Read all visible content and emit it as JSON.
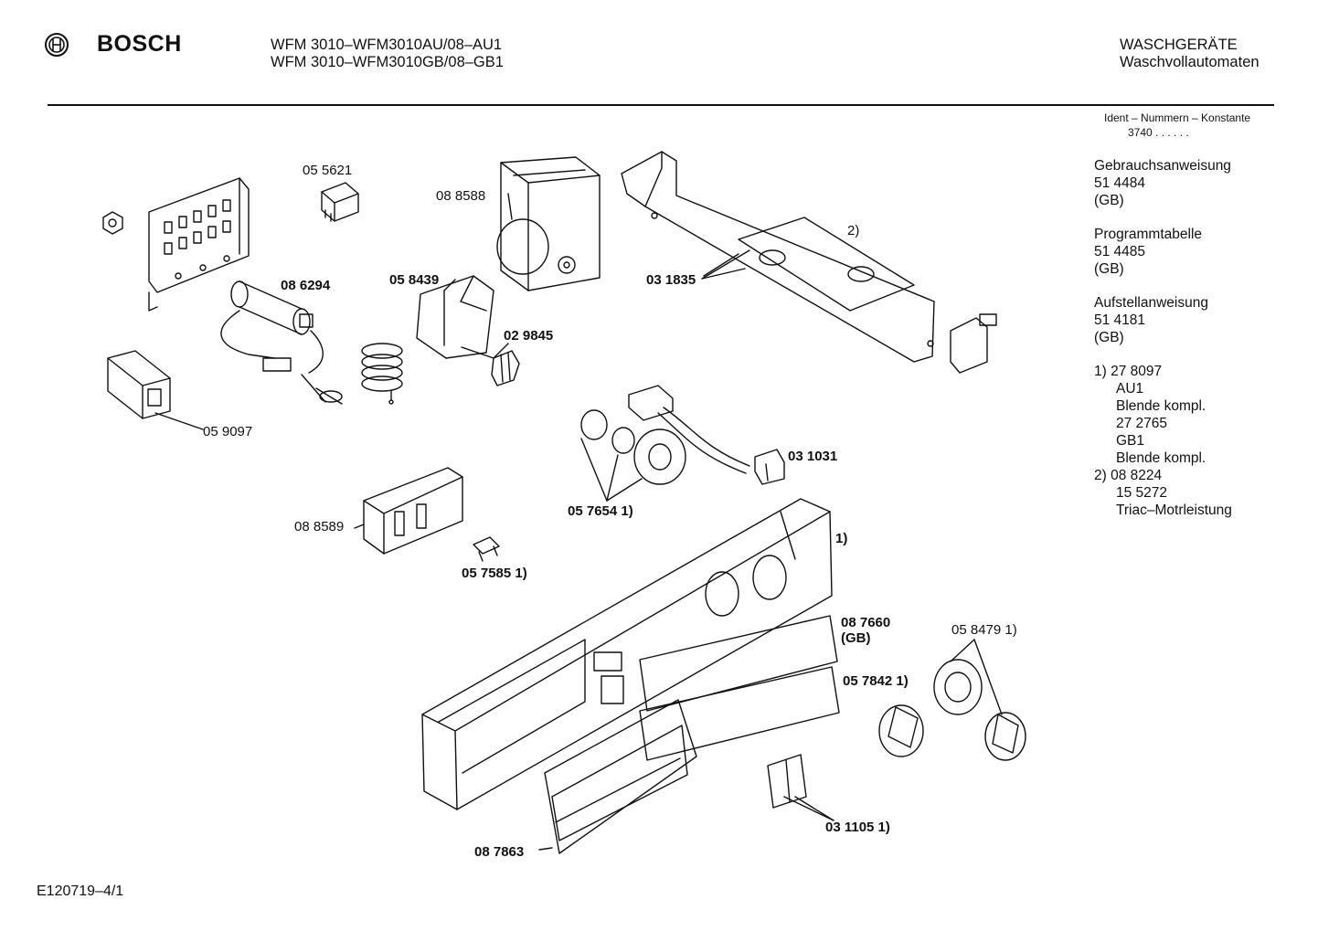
{
  "header": {
    "brand": "BOSCH",
    "model_lines": [
      "WFM 3010–WFM3010AU/08–AU1",
      "WFM 3010–WFM3010GB/08–GB1"
    ],
    "category_lines": [
      "WASCHGERÄTE",
      "Waschvollautomaten"
    ]
  },
  "sidebar": {
    "ident_title": "Ident – Nummern – Konstante",
    "ident_value": "3740 . . . . . .",
    "docs": [
      {
        "title": "Gebrauchsanweisung",
        "number": "51 4484",
        "region": "(GB)"
      },
      {
        "title": "Programmtabelle",
        "number": "51 4485",
        "region": "(GB)"
      },
      {
        "title": "Aufstellanweisung",
        "number": "51 4181",
        "region": "(GB)"
      }
    ],
    "notes": [
      "1)  27 8097",
      "AU1",
      "Blende kompl.",
      "27 2765",
      "GB1",
      "Blende kompl.",
      "2)  08 8224",
      "15 5272",
      "Triac–Motrleistung"
    ]
  },
  "labels": {
    "p055621": "05 5621",
    "p088588": "08 8588",
    "p086294": "08 6294",
    "p058439": "05 8439",
    "p029845": "02 9845",
    "p031835": "03 1835",
    "note2": "2)",
    "p059097": "05 9097",
    "p031031": "03 1031",
    "p057654": "05 7654 1)",
    "p088589": "08 8589",
    "p057585": "05 7585 1)",
    "note1": "1)",
    "p087660": "08 7660",
    "p087660_region": "(GB)",
    "p058479": "05 8479 1)",
    "p057842": "05 7842  1)",
    "p031105": "03 1105 1)",
    "p087863": "08 7863"
  },
  "footer": {
    "drawing_id": "E120719–4/1"
  },
  "colors": {
    "ink": "#111111",
    "paper": "#ffffff"
  }
}
